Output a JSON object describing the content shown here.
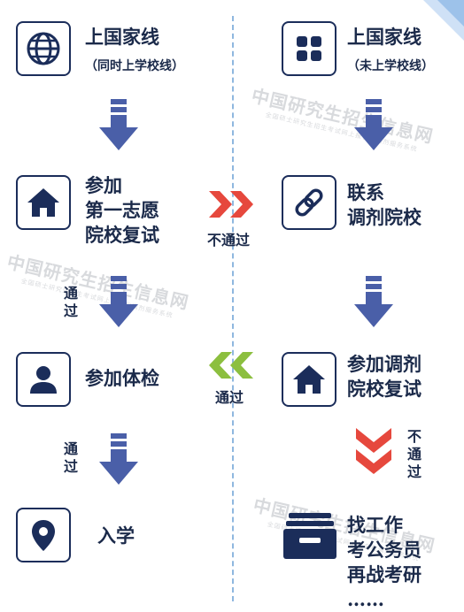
{
  "left_column": {
    "box1": {
      "icon": "globe-icon",
      "title": "上国家线",
      "subtitle": "（同时上学校线）"
    },
    "box2": {
      "icon": "home-icon",
      "title": "参加\n第一志愿\n院校复试"
    },
    "box3": {
      "icon": "person-icon",
      "title": "参加体检"
    },
    "box4": {
      "icon": "location-pin-icon",
      "title": "入学"
    },
    "pass_label_1": "通\n过",
    "pass_label_2": "通\n过"
  },
  "right_column": {
    "box1": {
      "icon": "grid-icon",
      "title": "上国家线",
      "subtitle": "（未上学校线）"
    },
    "box2": {
      "icon": "link-icon",
      "title": "联系\n调剂院校"
    },
    "box3": {
      "icon": "home-icon",
      "title": "参加调剂\n院校复试"
    },
    "box4": {
      "icon": "inbox-tray-icon",
      "title": "找工作\n考公务员\n再战考研\n……"
    },
    "fail_label": "不\n通\n过"
  },
  "middle": {
    "fail_label": "不通过",
    "pass_label": "通过"
  },
  "watermark": {
    "text": "中国研究生招生信息网",
    "subtext": "全国硕士研究生招生考试网上报名和调剂服务系统"
  },
  "colors": {
    "navy": "#1b2d5a",
    "arrow_blue": "#4a5fa8",
    "red": "#e6483d",
    "green": "#8cbf3f",
    "divider": "#8fb7df"
  }
}
